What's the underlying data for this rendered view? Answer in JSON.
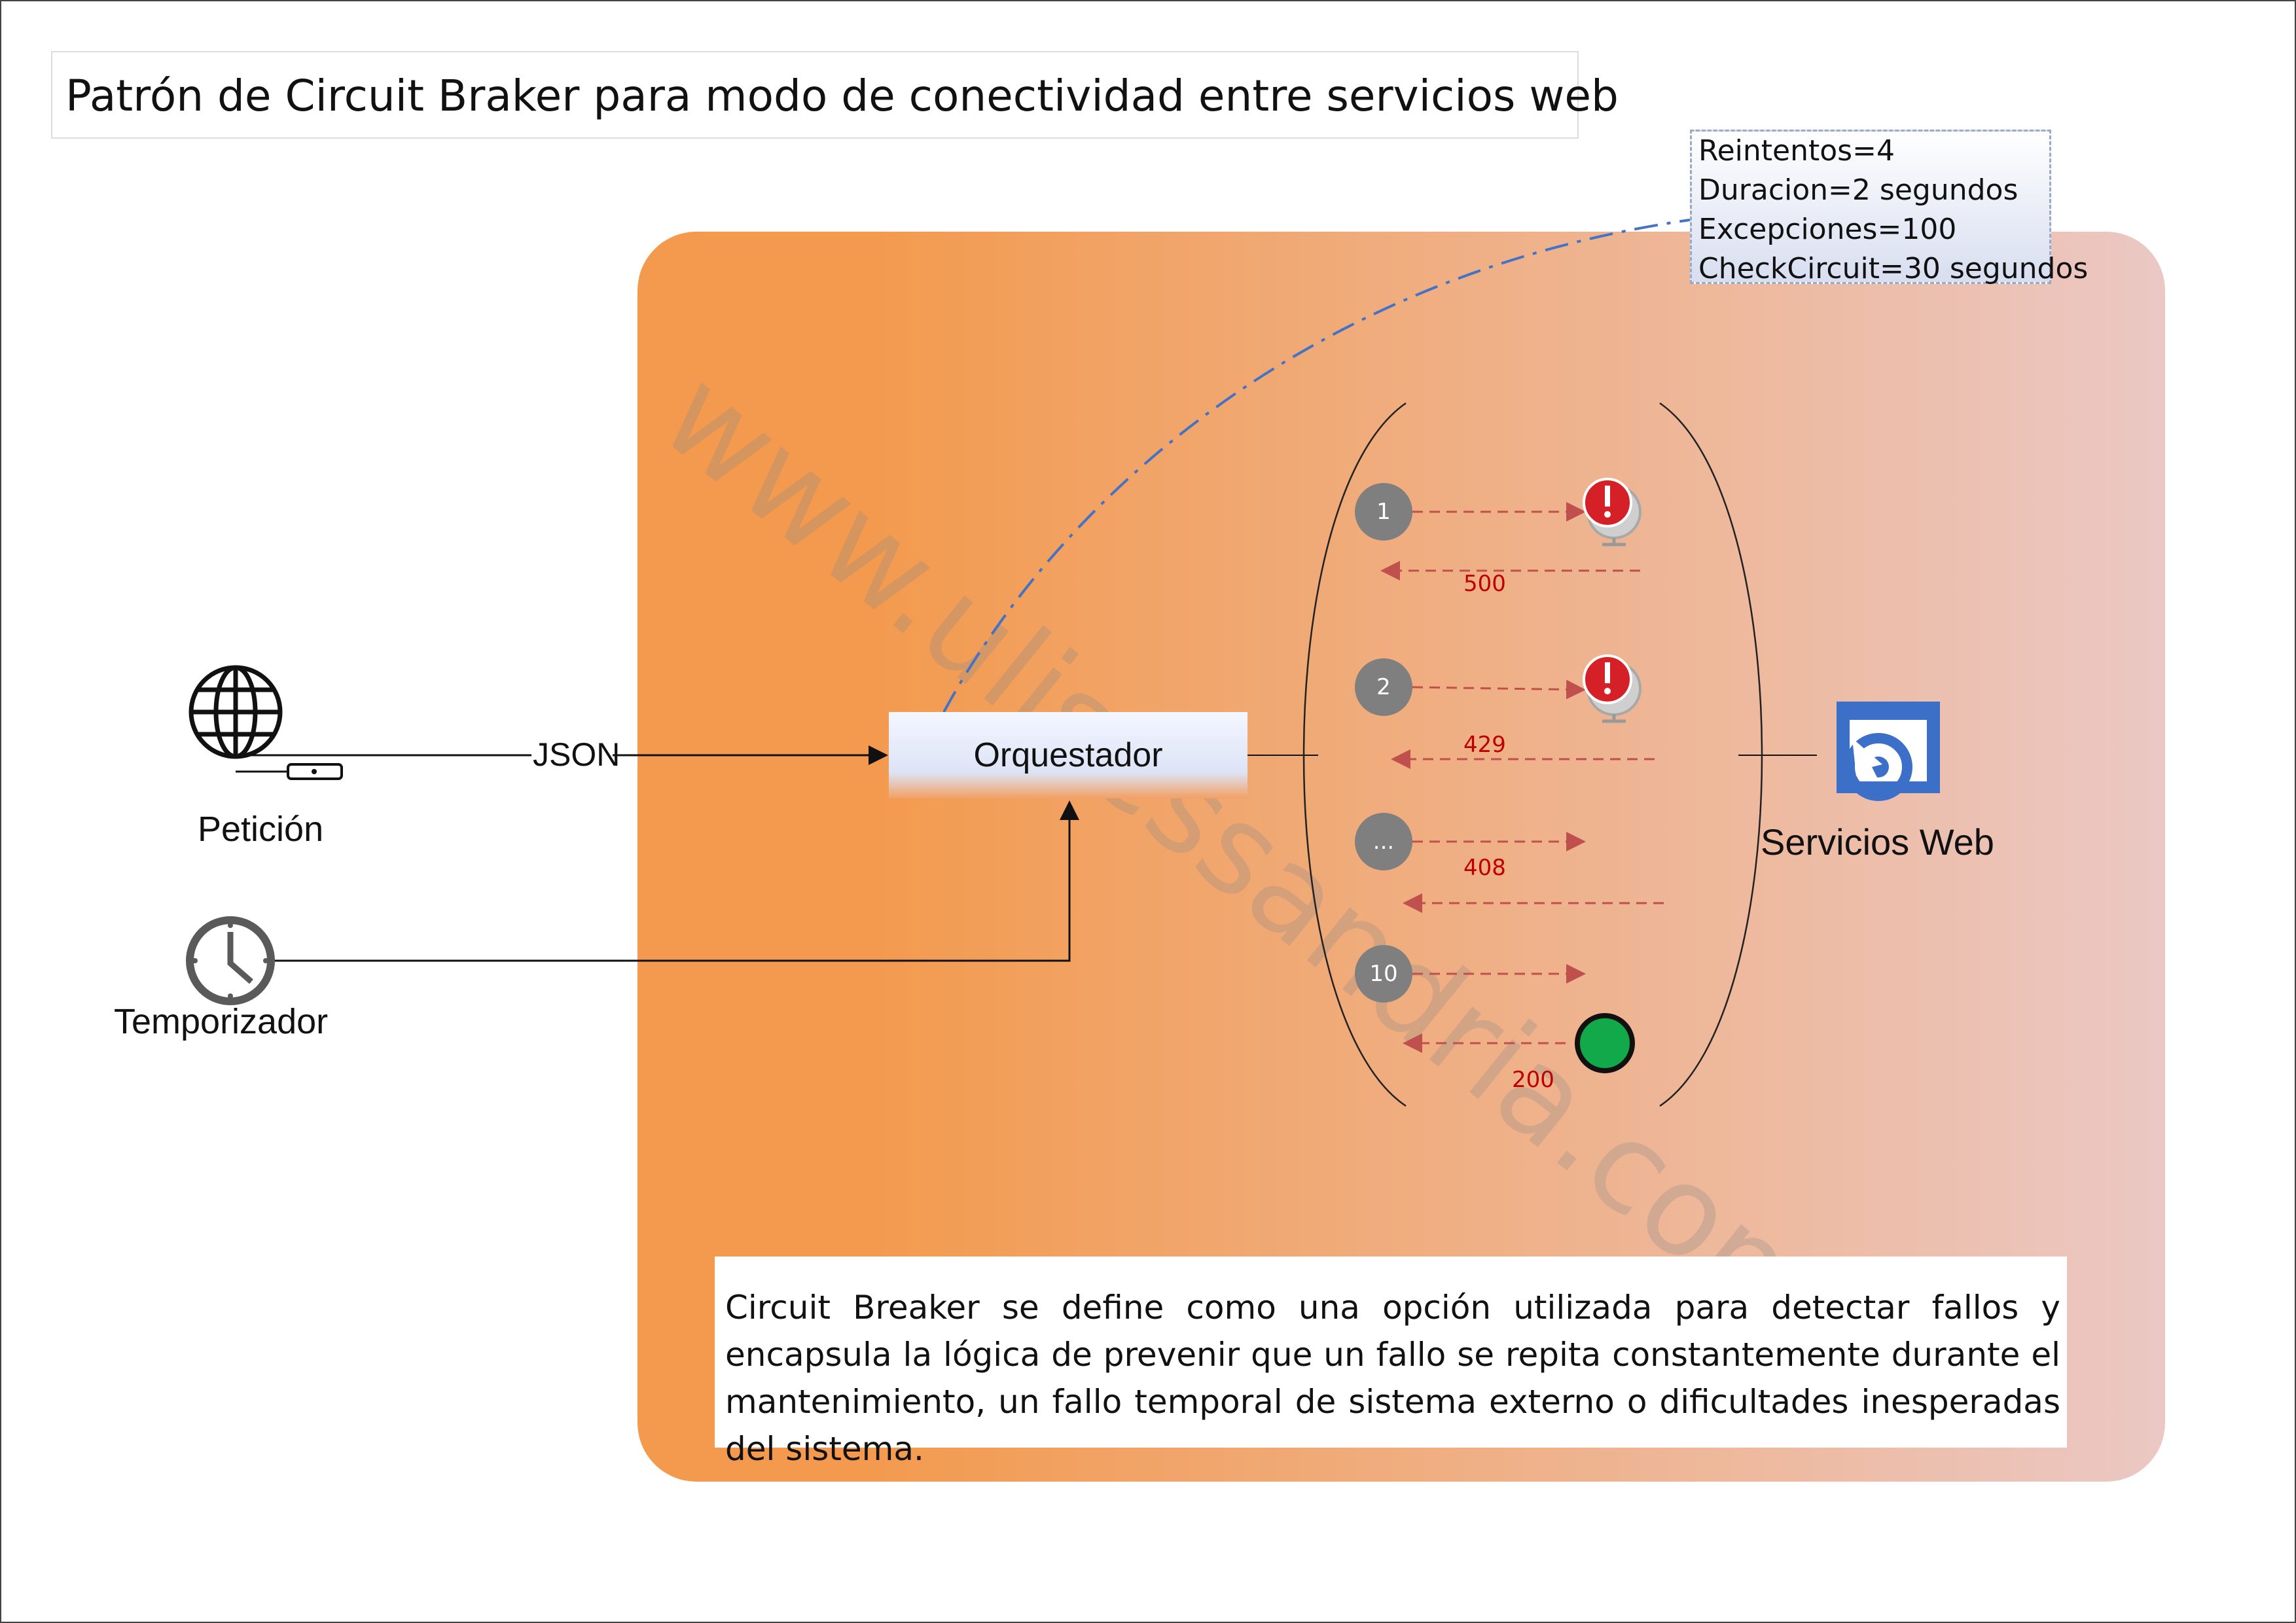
{
  "title": "Patrón de Circuit Braker para modo de conectividad entre servicios web",
  "params": [
    "Reintentos=4",
    "Duracion=2 segundos",
    "Excepciones=100",
    "CheckCircuit=30 segundos"
  ],
  "nodes": {
    "peticion": "Petición",
    "temporizador": "Temporizador",
    "orquestador": "Orquestador",
    "servicios_web": "Servicios Web"
  },
  "edge_label": "JSON",
  "steps": [
    "1",
    "2",
    "...",
    "10"
  ],
  "codes": [
    "500",
    "429",
    "408",
    "200"
  ],
  "watermark": "www.ulisessandria.com",
  "description": "Circuit Breaker se define como una opción utilizada para detectar fallos y encapsula la lógica de prevenir que un fallo se repita constantemente durante el mantenimiento, un fallo temporal de sistema externo o dificultades inesperadas del sistema.",
  "colors": {
    "panel_start": "#f39a4e",
    "panel_end": "#ebc8c4",
    "dashed_arrow": "#c0504d",
    "dashdot_line": "#4472c4",
    "error_icon": "#d62027",
    "success_icon": "#12a94a",
    "service_icon": "#3b6fc8"
  },
  "icons": [
    "globe-icon",
    "clock-icon",
    "error-server-icon",
    "success-icon",
    "web-service-icon"
  ]
}
